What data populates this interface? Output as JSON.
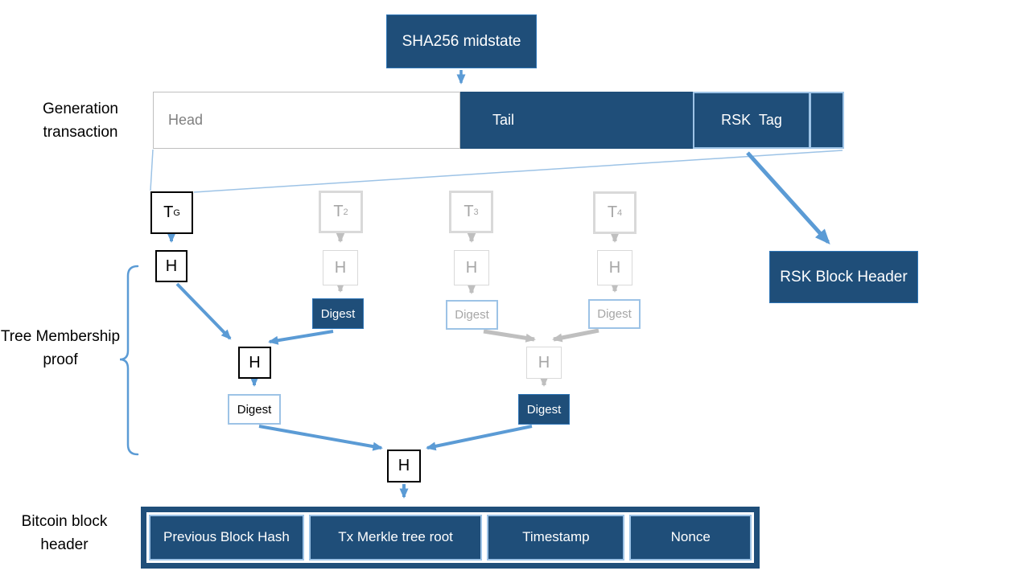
{
  "colors": {
    "dark_blue": "#1F4E79",
    "dark_box_border": "#2E75B6",
    "light_blue_border": "#9DC3E6",
    "arrow_blue": "#5B9BD5",
    "ghost_border_gray": "#D9D9D9",
    "ghost_text_gray": "#A6A6A6",
    "gray_arrow": "#BFBFBF",
    "head_text_gray": "#7F7F7F"
  },
  "side_labels": {
    "generation_transaction": "Generation transaction",
    "tree_membership_proof": "Tree Membership proof",
    "bitcoin_block_header": "Bitcoin block header"
  },
  "sha256_box": {
    "label": "SHA256 midstate"
  },
  "generation_tx_bar": {
    "head": "Head",
    "tail": "Tail",
    "rsk_tag": "RSK  Tag"
  },
  "rsk_block_header": {
    "label": "RSK Block Header"
  },
  "tree": {
    "hash_label": "H",
    "digest_label": "Digest",
    "leaves": [
      {
        "base": "T",
        "sub": "G"
      },
      {
        "base": "T",
        "sub": "2"
      },
      {
        "base": "T",
        "sub": "3"
      },
      {
        "base": "T",
        "sub": "4"
      }
    ]
  },
  "bitcoin_block_header": {
    "fields": [
      "Previous Block Hash",
      "Tx Merkle tree root",
      "Timestamp",
      "Nonce"
    ]
  }
}
